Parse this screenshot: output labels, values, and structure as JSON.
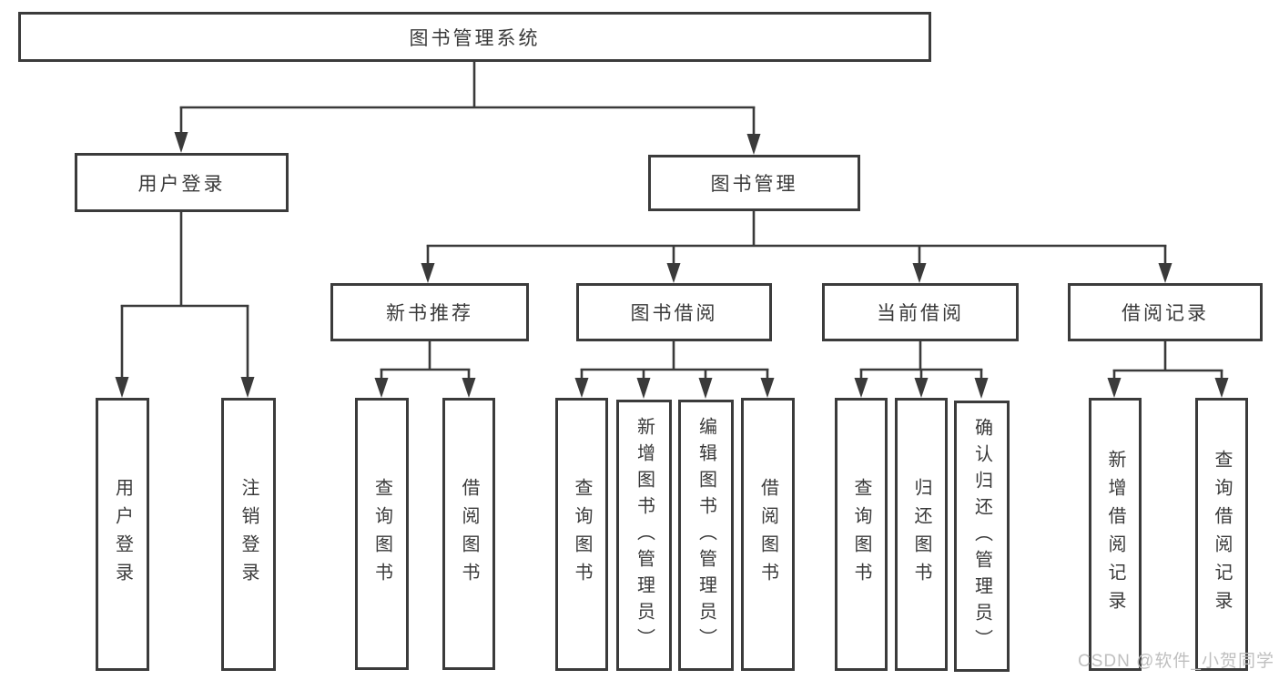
{
  "diagram": {
    "type": "hierarchy",
    "root": {
      "label": "图书管理系统"
    },
    "level2": [
      {
        "label": "用户登录",
        "children": [
          {
            "label": "用户登录"
          },
          {
            "label": "注销登录"
          }
        ]
      },
      {
        "label": "图书管理",
        "children": [
          {
            "label": "新书推荐",
            "children": [
              {
                "label": "查询图书"
              },
              {
                "label": "借阅图书"
              }
            ]
          },
          {
            "label": "图书借阅",
            "children": [
              {
                "label": "查询图书"
              },
              {
                "label": "新增图书（管理员）"
              },
              {
                "label": "编辑图书（管理员）"
              },
              {
                "label": "借阅图书"
              }
            ]
          },
          {
            "label": "当前借阅",
            "children": [
              {
                "label": "查询图书"
              },
              {
                "label": "归还图书"
              },
              {
                "label": "确认归还（管理员）"
              }
            ]
          },
          {
            "label": "借阅记录",
            "children": [
              {
                "label": "新增借阅记录"
              },
              {
                "label": "查询借阅记录"
              }
            ]
          }
        ]
      }
    ]
  },
  "watermark": "CSDN @软件_小贺同学",
  "colors": {
    "line": "#3a3a3a",
    "box_border": "#3b3b3b",
    "text": "#3a3a3a",
    "watermark": "#bfbfbf",
    "background": "#ffffff"
  }
}
